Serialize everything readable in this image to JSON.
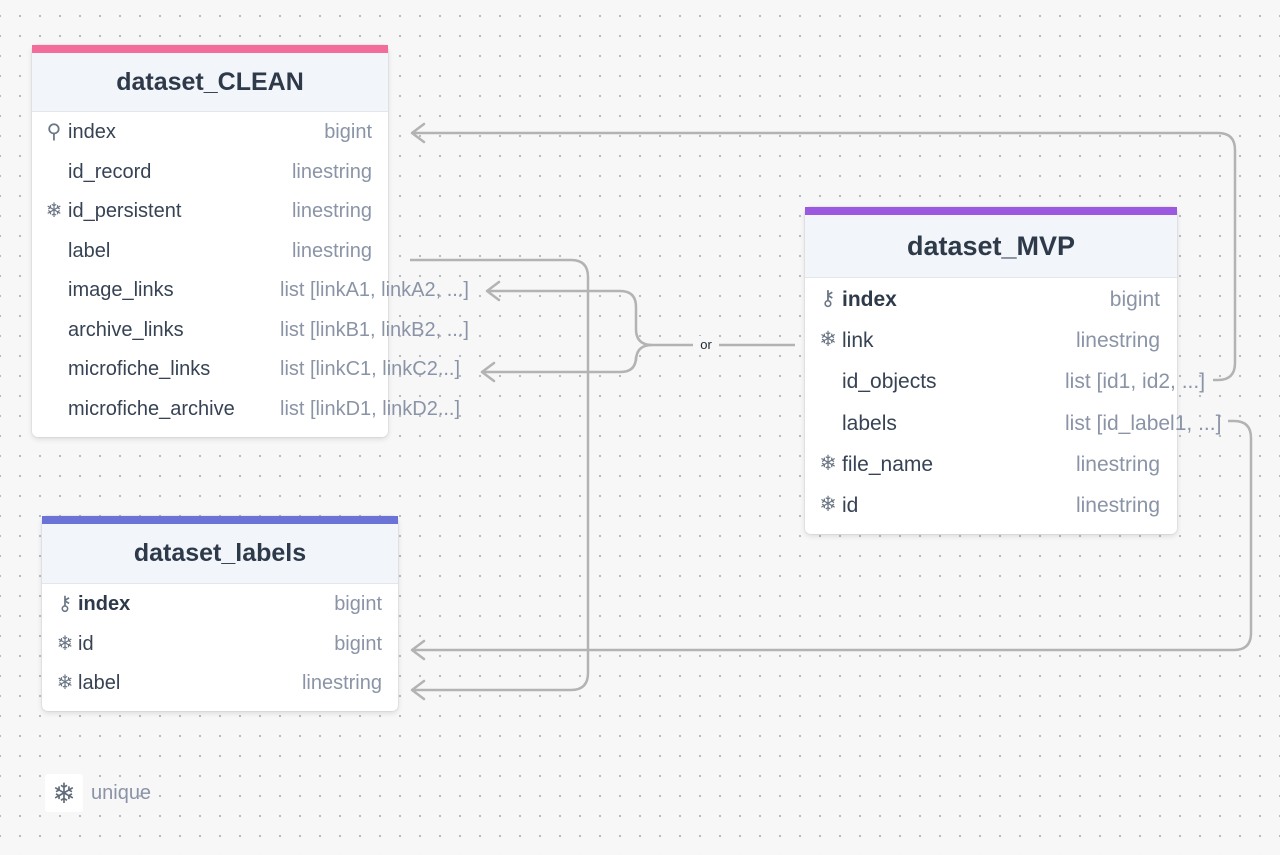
{
  "colors": {
    "clean_accent": "#f26d9a",
    "mvp_accent": "#9b59e0",
    "labels_accent": "#6b73d6",
    "edge": "#b3b3b3"
  },
  "tables": {
    "clean": {
      "title": "dataset_CLEAN",
      "rows": [
        {
          "icon": "pin-icon",
          "glyph": "⚲",
          "name": "index",
          "type": "bigint"
        },
        {
          "icon": "",
          "glyph": "",
          "name": "id_record",
          "type": "linestring"
        },
        {
          "icon": "snowflake-icon",
          "glyph": "❄",
          "name": "id_persistent",
          "type": "linestring"
        },
        {
          "icon": "",
          "glyph": "",
          "name": "label",
          "type": "linestring"
        },
        {
          "icon": "",
          "glyph": "",
          "name": "image_links",
          "type": "list [linkA1, linkA2, ...]"
        },
        {
          "icon": "",
          "glyph": "",
          "name": "archive_links",
          "type": "list [linkB1, linkB2, ...]"
        },
        {
          "icon": "",
          "glyph": "",
          "name": "microfiche_links",
          "type": "list [linkC1, linkC2...]"
        },
        {
          "icon": "",
          "glyph": "",
          "name": "microfiche_archive",
          "type": "list [linkD1, linkD2...]"
        }
      ]
    },
    "mvp": {
      "title": "dataset_MVP",
      "rows": [
        {
          "icon": "key-icon",
          "glyph": "⚷",
          "name": "index",
          "type": "bigint"
        },
        {
          "icon": "snowflake-icon",
          "glyph": "❄",
          "name": "link",
          "type": "linestring"
        },
        {
          "icon": "",
          "glyph": "",
          "name": "id_objects",
          "type": "list [id1, id2, ...]"
        },
        {
          "icon": "",
          "glyph": "",
          "name": "labels",
          "type": "list [id_label1, ...]"
        },
        {
          "icon": "snowflake-icon",
          "glyph": "❄",
          "name": "file_name",
          "type": "linestring"
        },
        {
          "icon": "snowflake-icon",
          "glyph": "❄",
          "name": "id",
          "type": "linestring"
        }
      ]
    },
    "labels": {
      "title": "dataset_labels",
      "rows": [
        {
          "icon": "key-icon",
          "glyph": "⚷",
          "name": "index",
          "type": "bigint"
        },
        {
          "icon": "snowflake-icon",
          "glyph": "❄",
          "name": "id",
          "type": "bigint"
        },
        {
          "icon": "snowflake-icon",
          "glyph": "❄",
          "name": "label",
          "type": "linestring"
        }
      ]
    }
  },
  "connector": {
    "label": "or"
  },
  "legend": {
    "icon": "snowflake-icon",
    "glyph": "❄",
    "text": "unique"
  }
}
